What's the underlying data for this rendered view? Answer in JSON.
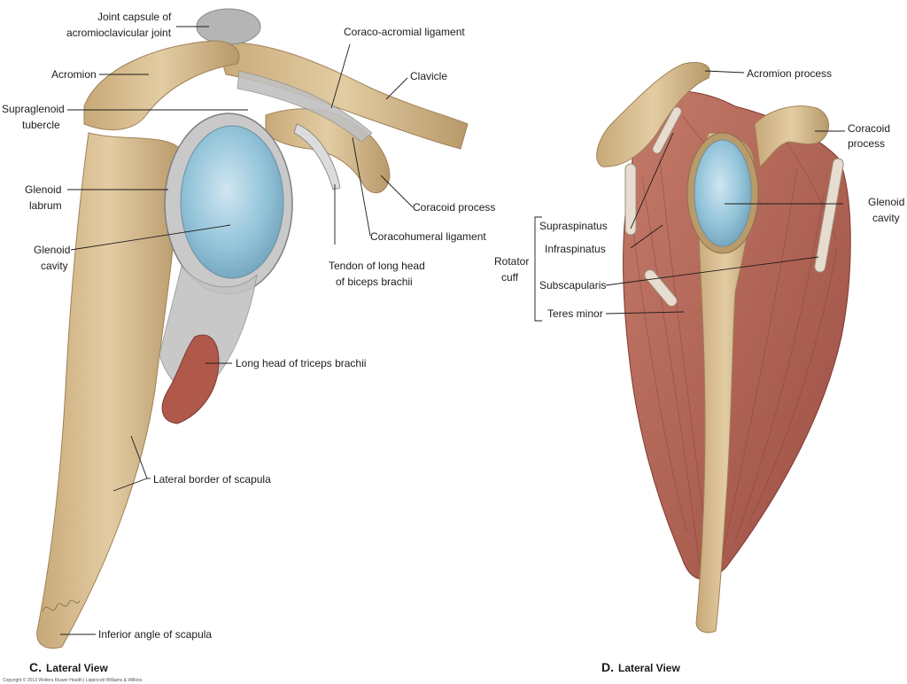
{
  "panel_c": {
    "caption_letter": "C.",
    "caption_text": "Lateral View",
    "labels": {
      "joint_capsule_1": "Joint capsule of",
      "joint_capsule_2": "acromioclavicular joint",
      "coraco_acromial": "Coraco-acromial ligament",
      "clavicle": "Clavicle",
      "acromion": "Acromion",
      "supraglenoid_1": "Supraglenoid",
      "supraglenoid_2": "tubercle",
      "glenoid_labrum_1": "Glenoid",
      "glenoid_labrum_2": "labrum",
      "glenoid_cavity_1": "Glenoid",
      "glenoid_cavity_2": "cavity",
      "coracoid_process": "Coracoid process",
      "coracohumeral": "Coracohumeral ligament",
      "biceps_1": "Tendon of long head",
      "biceps_2": "of biceps brachii",
      "triceps": "Long head of triceps brachii",
      "lateral_border": "Lateral border of scapula",
      "inferior_angle": "Inferior angle of scapula"
    }
  },
  "panel_d": {
    "caption_letter": "D.",
    "caption_text": "Lateral View",
    "labels": {
      "acromion_process": "Acromion process",
      "coracoid_1": "Coracoid",
      "coracoid_2": "process",
      "glenoid_1": "Glenoid",
      "glenoid_2": "cavity",
      "rotator_1": "Rotator",
      "rotator_2": "cuff",
      "supraspinatus": "Supraspinatus",
      "infraspinatus": "Infraspinatus",
      "subscapularis": "Subscapularis",
      "teres_minor": "Teres minor"
    }
  },
  "copyright": "Copyright © 2013 Wolters Kluwer Health | Lippincott Williams & Wilkins",
  "colors": {
    "bone": "#d9bf93",
    "bone_shadow": "#b39464",
    "cartilage": "#8fc1d8",
    "cartilage_light": "#c8e2ee",
    "ligament": "#a9a9a9",
    "muscle": "#b86a5a",
    "muscle_dark": "#8e4438"
  }
}
